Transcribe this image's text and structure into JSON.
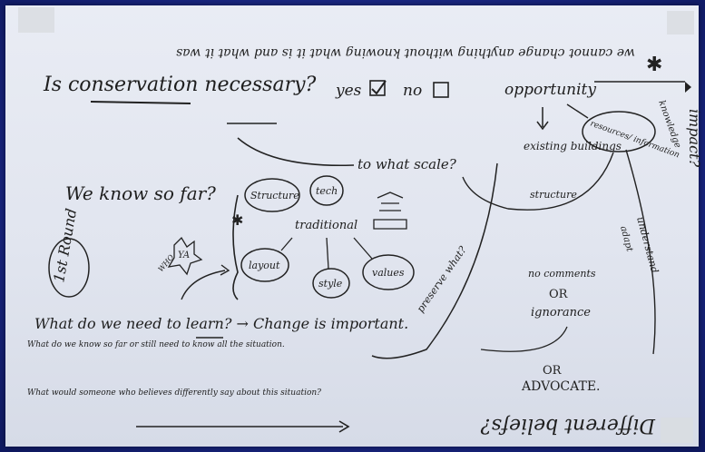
{
  "notes": {
    "top_upside_down": "we cannot change anything without knowing what it is and what it was",
    "question": "Is conservation necessary?",
    "yes": "yes",
    "no": "no",
    "opportunity": "opportunity",
    "impact": "impact?",
    "scale": "to what scale?",
    "existing": "existing buildings",
    "structure_small": "structure",
    "resources": "resources/ information",
    "knowledge": "knowledge",
    "we_know": "We know so far?",
    "structure": "Structure",
    "tech": "tech",
    "traditional": "traditional",
    "layout": "layout",
    "style": "style",
    "values": "values",
    "preserve": "preserve what?",
    "round": "1st Round",
    "who": "WHO",
    "ya": "YA",
    "we_need": "What do we need to learn? → Change is important.",
    "no_comments": "no comments",
    "or1": "OR",
    "ignorance": "ignorance",
    "or2": "OR",
    "advocate": "ADVOCATE.",
    "understand": "understand",
    "adapt": "adapt",
    "left_note1": "What do we know so far or still need to know all the situation.",
    "left_note2": "What would someone who believes differently say about this situation?",
    "different_beliefs": "Different beliefs?"
  }
}
